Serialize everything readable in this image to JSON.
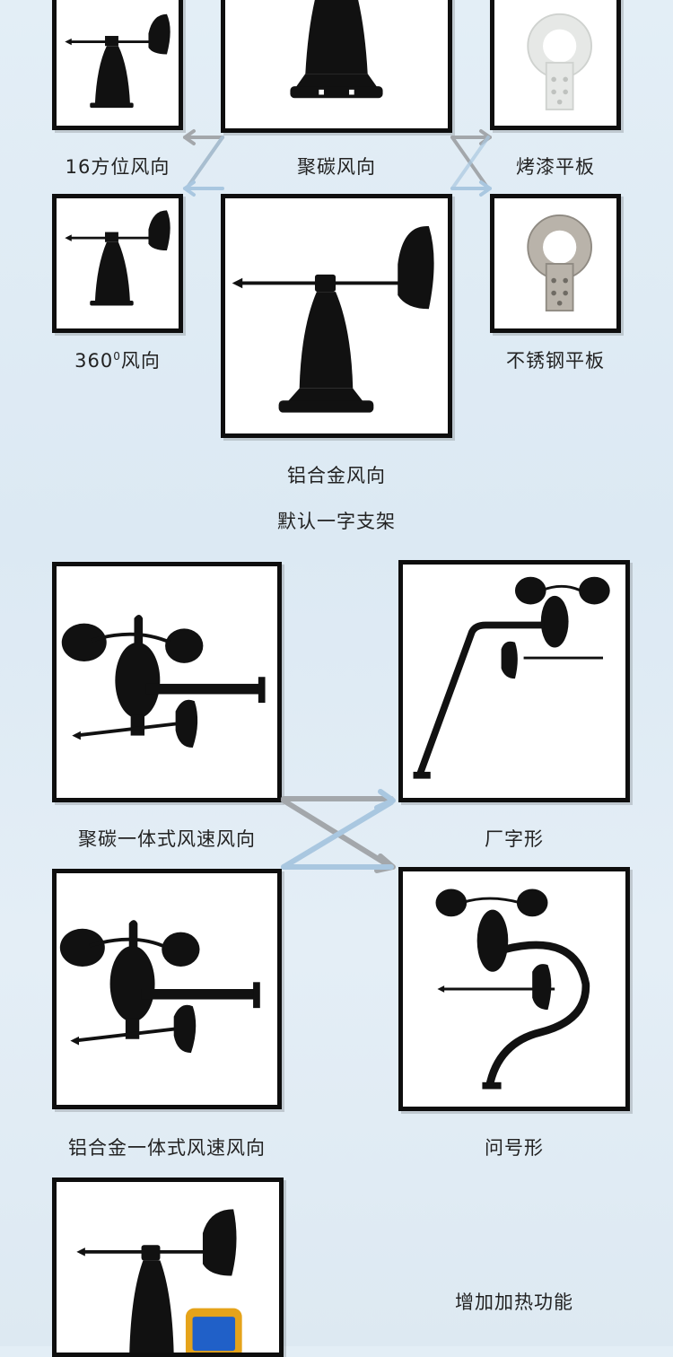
{
  "section_a": {
    "labels": {
      "carbon_16": "16方位风向",
      "carbon": "聚碳风向",
      "paint_plate": "烤漆平板",
      "deg360_num": "360",
      "deg360_sup": "0",
      "deg360_rest": "风向",
      "steel_plate": "不锈钢平板",
      "aluminum": "铝合金风向"
    },
    "note": "默认一字支架"
  },
  "section_b": {
    "labels": {
      "carbon_combo": "聚碳一体式风速风向",
      "l_shape": "厂字形",
      "aluminum_combo": "铝合金一体式风速风向",
      "question_shape": "问号形"
    }
  },
  "section_c": {
    "label": "增加加热功能"
  },
  "colors": {
    "arrow_blue": "#a9c7e0",
    "arrow_gray": "#a3a7ab",
    "product_black": "#0f0f0f",
    "frame_border": "#0e0e0e"
  }
}
